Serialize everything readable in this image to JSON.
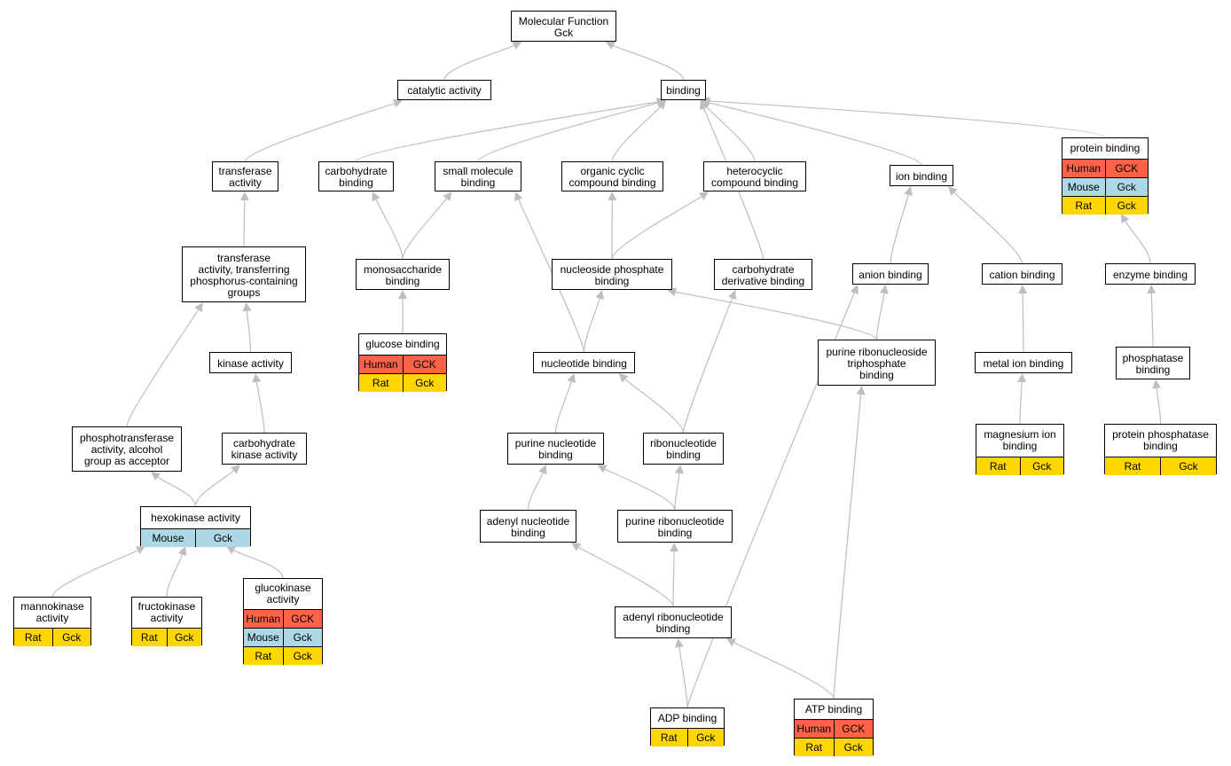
{
  "graph": {
    "colors": {
      "Human": "#ff6347",
      "Mouse": "#add8e6",
      "Rat": "#ffd700",
      "edge": "#bebebe"
    },
    "nodes": [
      {
        "id": "mf",
        "label": "Molecular Function\nGck",
        "rows": []
      },
      {
        "id": "catalytic",
        "label": "catalytic activity",
        "rows": []
      },
      {
        "id": "binding",
        "label": "binding",
        "rows": []
      },
      {
        "id": "transferase",
        "label": "transferase\nactivity",
        "rows": []
      },
      {
        "id": "carbbinding",
        "label": "carbohydrate\nbinding",
        "rows": []
      },
      {
        "id": "smallmol",
        "label": "small molecule\nbinding",
        "rows": []
      },
      {
        "id": "orgcyclic",
        "label": "organic cyclic\ncompound binding",
        "rows": []
      },
      {
        "id": "heterocyclic",
        "label": "heterocyclic\ncompound binding",
        "rows": []
      },
      {
        "id": "ionbinding",
        "label": "ion binding",
        "rows": []
      },
      {
        "id": "proteinbinding",
        "label": "protein binding",
        "rows": [
          {
            "species": "Human",
            "gene": "GCK"
          },
          {
            "species": "Mouse",
            "gene": "Gck"
          },
          {
            "species": "Rat",
            "gene": "Gck"
          }
        ]
      },
      {
        "id": "transphos",
        "label": "transferase\nactivity, transferring\nphosphorus-containing\ngroups",
        "rows": []
      },
      {
        "id": "monosacch",
        "label": "monosaccharide\nbinding",
        "rows": []
      },
      {
        "id": "nucphos",
        "label": "nucleoside phosphate\nbinding",
        "rows": []
      },
      {
        "id": "carbderiv",
        "label": "carbohydrate\nderivative binding",
        "rows": []
      },
      {
        "id": "anion",
        "label": "anion binding",
        "rows": []
      },
      {
        "id": "cation",
        "label": "cation binding",
        "rows": []
      },
      {
        "id": "enzyme",
        "label": "enzyme binding",
        "rows": []
      },
      {
        "id": "kinase",
        "label": "kinase activity",
        "rows": []
      },
      {
        "id": "glucose",
        "label": "glucose binding",
        "rows": [
          {
            "species": "Human",
            "gene": "GCK"
          },
          {
            "species": "Rat",
            "gene": "Gck"
          }
        ]
      },
      {
        "id": "nucleotide",
        "label": "nucleotide binding",
        "rows": []
      },
      {
        "id": "purineribotri",
        "label": "purine ribonucleoside\ntriphosphate\nbinding",
        "rows": []
      },
      {
        "id": "metalion",
        "label": "metal ion binding",
        "rows": []
      },
      {
        "id": "phosphatase",
        "label": "phosphatase\nbinding",
        "rows": []
      },
      {
        "id": "phosphotrans",
        "label": "phosphotransferase\nactivity, alcohol\ngroup as acceptor",
        "rows": []
      },
      {
        "id": "carbkinase",
        "label": "carbohydrate\nkinase activity",
        "rows": []
      },
      {
        "id": "purinenuc",
        "label": "purine nucleotide\nbinding",
        "rows": []
      },
      {
        "id": "ribonuc",
        "label": "ribonucleotide\nbinding",
        "rows": []
      },
      {
        "id": "magnesium",
        "label": "magnesium ion\nbinding",
        "rows": [
          {
            "species": "Rat",
            "gene": "Gck"
          }
        ]
      },
      {
        "id": "protphosphatase",
        "label": "protein phosphatase\nbinding",
        "rows": [
          {
            "species": "Rat",
            "gene": "Gck"
          }
        ]
      },
      {
        "id": "hexokinase",
        "label": "hexokinase activity",
        "rows": [
          {
            "species": "Mouse",
            "gene": "Gck"
          }
        ]
      },
      {
        "id": "adenylnuc",
        "label": "adenyl nucleotide\nbinding",
        "rows": []
      },
      {
        "id": "purineribonuc",
        "label": "purine ribonucleotide\nbinding",
        "rows": []
      },
      {
        "id": "glucokinase",
        "label": "glucokinase\nactivity",
        "rows": [
          {
            "species": "Human",
            "gene": "GCK"
          },
          {
            "species": "Mouse",
            "gene": "Gck"
          },
          {
            "species": "Rat",
            "gene": "Gck"
          }
        ]
      },
      {
        "id": "mannokinase",
        "label": "mannokinase\nactivity",
        "rows": [
          {
            "species": "Rat",
            "gene": "Gck"
          }
        ]
      },
      {
        "id": "fructokinase",
        "label": "fructokinase\nactivity",
        "rows": [
          {
            "species": "Rat",
            "gene": "Gck"
          }
        ]
      },
      {
        "id": "adenylribo",
        "label": "adenyl ribonucleotide\nbinding",
        "rows": []
      },
      {
        "id": "adp",
        "label": "ADP binding",
        "rows": [
          {
            "species": "Rat",
            "gene": "Gck"
          }
        ]
      },
      {
        "id": "atp",
        "label": "ATP binding",
        "rows": [
          {
            "species": "Human",
            "gene": "GCK"
          },
          {
            "species": "Rat",
            "gene": "Gck"
          }
        ]
      }
    ],
    "edges": [
      [
        "catalytic",
        "mf"
      ],
      [
        "binding",
        "mf"
      ],
      [
        "transferase",
        "catalytic"
      ],
      [
        "carbbinding",
        "binding"
      ],
      [
        "smallmol",
        "binding"
      ],
      [
        "orgcyclic",
        "binding"
      ],
      [
        "heterocyclic",
        "binding"
      ],
      [
        "ionbinding",
        "binding"
      ],
      [
        "proteinbinding",
        "binding"
      ],
      [
        "carbderiv",
        "binding"
      ],
      [
        "transphos",
        "transferase"
      ],
      [
        "monosacch",
        "carbbinding"
      ],
      [
        "monosacch",
        "smallmol"
      ],
      [
        "nucphos",
        "orgcyclic"
      ],
      [
        "nucphos",
        "heterocyclic"
      ],
      [
        "anion",
        "ionbinding"
      ],
      [
        "cation",
        "ionbinding"
      ],
      [
        "enzyme",
        "proteinbinding"
      ],
      [
        "kinase",
        "transphos"
      ],
      [
        "glucose",
        "monosacch"
      ],
      [
        "nucleotide",
        "nucphos"
      ],
      [
        "nucleotide",
        "smallmol"
      ],
      [
        "purineribotri",
        "nucphos"
      ],
      [
        "purineribotri",
        "anion"
      ],
      [
        "metalion",
        "cation"
      ],
      [
        "phosphatase",
        "enzyme"
      ],
      [
        "phosphotrans",
        "transphos"
      ],
      [
        "carbkinase",
        "kinase"
      ],
      [
        "purinenuc",
        "nucleotide"
      ],
      [
        "ribonuc",
        "nucleotide"
      ],
      [
        "ribonuc",
        "carbderiv"
      ],
      [
        "magnesium",
        "metalion"
      ],
      [
        "protphosphatase",
        "phosphatase"
      ],
      [
        "hexokinase",
        "phosphotrans"
      ],
      [
        "hexokinase",
        "carbkinase"
      ],
      [
        "adenylnuc",
        "purinenuc"
      ],
      [
        "purineribonuc",
        "purinenuc"
      ],
      [
        "purineribonuc",
        "ribonuc"
      ],
      [
        "glucokinase",
        "hexokinase"
      ],
      [
        "mannokinase",
        "hexokinase"
      ],
      [
        "fructokinase",
        "hexokinase"
      ],
      [
        "adenylribo",
        "adenylnuc"
      ],
      [
        "adenylribo",
        "purineribonuc"
      ],
      [
        "adp",
        "adenylribo"
      ],
      [
        "adp",
        "anion"
      ],
      [
        "atp",
        "adenylribo"
      ],
      [
        "atp",
        "purineribotri"
      ]
    ]
  }
}
